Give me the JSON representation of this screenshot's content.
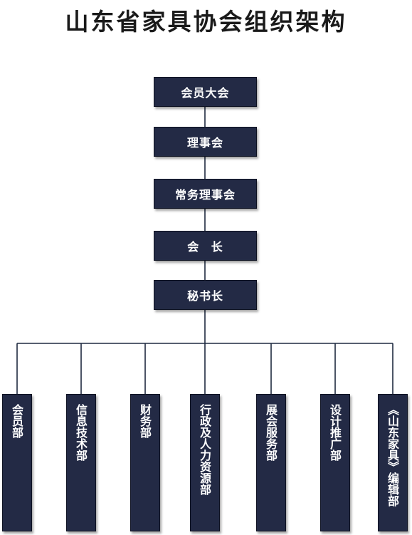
{
  "title": "山东省家具协会组织架构",
  "hierarchy": [
    {
      "label": "会员大会"
    },
    {
      "label": "理事会"
    },
    {
      "label": "常务理事会"
    },
    {
      "label": "会 长"
    },
    {
      "label": "秘书长"
    }
  ],
  "departments": [
    {
      "label": "会员部"
    },
    {
      "label": "信息技术部"
    },
    {
      "label": "财务部"
    },
    {
      "label": "行政及人力资源部"
    },
    {
      "label": "展会服务部"
    },
    {
      "label": "设计推广部"
    },
    {
      "label": "《山东家具》编辑部"
    }
  ],
  "colors": {
    "box_fill": "#232a45",
    "box_text": "#ffffff",
    "line": "#1f2a40",
    "title": "#1a1a1a"
  }
}
